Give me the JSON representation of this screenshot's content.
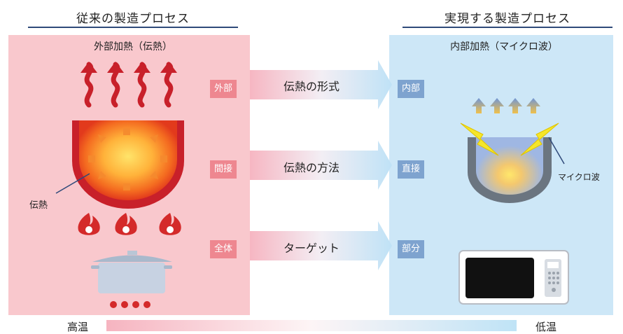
{
  "left": {
    "heading": "従来の製造プロセス",
    "subtitle": "外部加熱（伝熱）",
    "callout": "伝熱",
    "labels": [
      "外部",
      "間接",
      "全体"
    ]
  },
  "right": {
    "heading": "実現する製造プロセス",
    "subtitle": "内部加熱（マイクロ波）",
    "callout": "マイクロ波",
    "labels": [
      "内部",
      "直接",
      "部分"
    ]
  },
  "arrows": [
    "伝熱の形式",
    "伝熱の方法",
    "ターゲット"
  ],
  "legend": {
    "high": "高温",
    "low": "低温"
  },
  "colors": {
    "hot_red": "#c8202a",
    "flame_orange": "#f26a1e",
    "cool_blue": "#7ea3cf",
    "left_panel": "#f9c8cd",
    "right_panel": "#cde7f7"
  }
}
